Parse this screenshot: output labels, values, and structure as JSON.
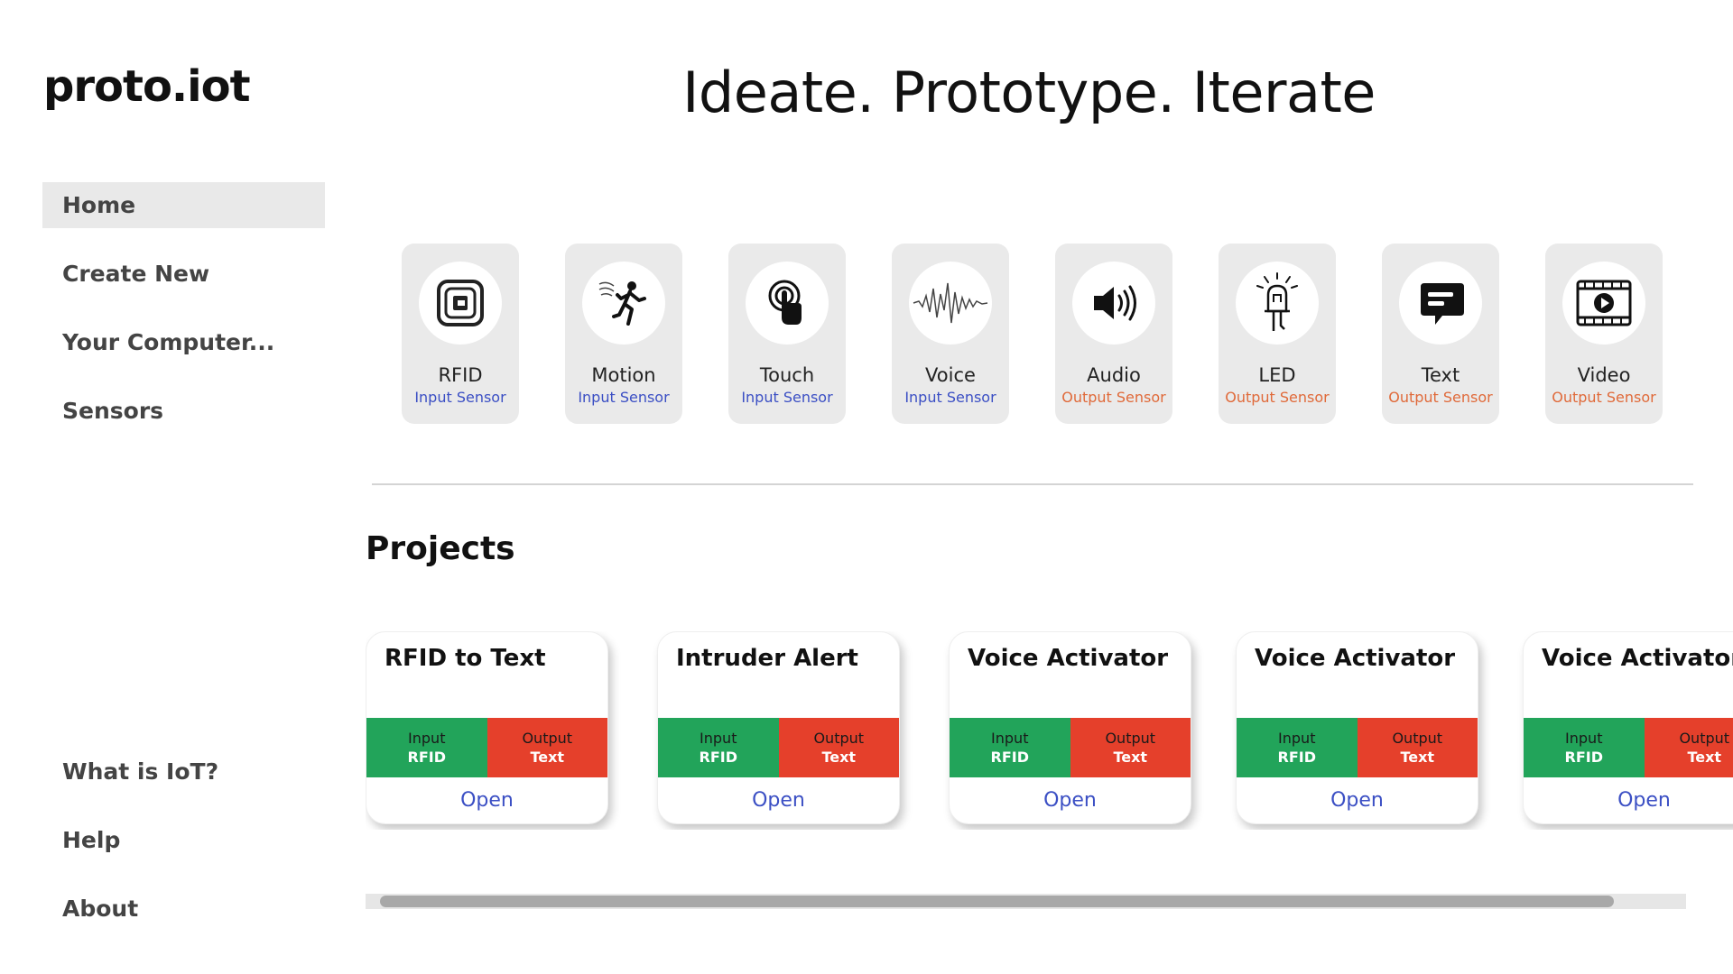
{
  "brand": {
    "logo_text": "proto.iot"
  },
  "headline": "Ideate. Prototype. Iterate",
  "sidebar": {
    "items": [
      {
        "label": "Home",
        "active": true
      },
      {
        "label": "Create New"
      },
      {
        "label": "Your Computer..."
      },
      {
        "label": "Sensors"
      }
    ],
    "bottom_items": [
      {
        "label": "What is IoT?"
      },
      {
        "label": "Help"
      },
      {
        "label": "About"
      }
    ]
  },
  "sensors": [
    {
      "name": "RFID",
      "type": "Input Sensor",
      "icon": "rfid-chip-icon"
    },
    {
      "name": "Motion",
      "type": "Input Sensor",
      "icon": "motion-person-icon"
    },
    {
      "name": "Touch",
      "type": "Input Sensor",
      "icon": "touch-finger-icon"
    },
    {
      "name": "Voice",
      "type": "Input Sensor",
      "icon": "voice-waveform-icon"
    },
    {
      "name": "Audio",
      "type": "Output Sensor",
      "icon": "speaker-icon"
    },
    {
      "name": "LED",
      "type": "Output Sensor",
      "icon": "led-bulb-icon"
    },
    {
      "name": "Text",
      "type": "Output Sensor",
      "icon": "text-message-icon"
    },
    {
      "name": "Video",
      "type": "Output Sensor",
      "icon": "video-film-icon"
    }
  ],
  "projects": {
    "title": "Projects",
    "input_label": "Input",
    "output_label": "Output",
    "open_label": "Open",
    "items": [
      {
        "title": "RFID to Text",
        "input": "RFID",
        "output": "Text"
      },
      {
        "title": "Intruder Alert",
        "input": "RFID",
        "output": "Text"
      },
      {
        "title": "Voice Activator",
        "input": "RFID",
        "output": "Text"
      },
      {
        "title": "Voice Activator",
        "input": "RFID",
        "output": "Text"
      },
      {
        "title": "Voice Activator",
        "input": "RFID",
        "output": "Text"
      }
    ]
  },
  "colors": {
    "input_green": "#22a45a",
    "output_red": "#e5402b",
    "input_sensor_text": "#3b4fc4",
    "output_sensor_text": "#e06a3a",
    "active_nav_bg": "#e9e9e9"
  }
}
